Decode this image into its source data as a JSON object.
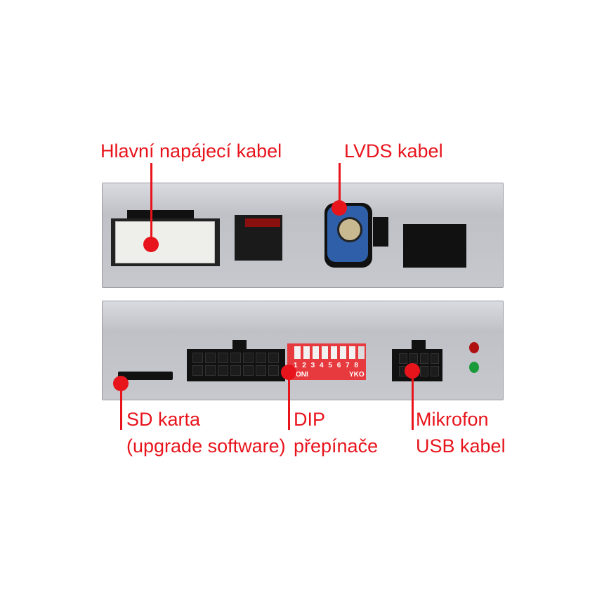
{
  "labels": {
    "main_power": "Hlavní napájecí kabel",
    "lvds": "LVDS kabel",
    "sd_line1": "SD karta",
    "sd_line2": "(upgrade software)",
    "dip_line1": "DIP",
    "dip_line2": "přepínače",
    "mic_line1": "Mikrofon",
    "mic_line2": "USB kabel"
  },
  "device_print": {
    "dip_numbers": "1 2 3 4 5 6 7 8",
    "dip_left": "ONI",
    "dip_right": "YKO"
  },
  "colors": {
    "annotation": "#e8141c",
    "lvds_connector": "#2f5fa8",
    "dip_body": "#e73a3e",
    "led_red": "#b01010",
    "led_green": "#1a9a3a"
  }
}
